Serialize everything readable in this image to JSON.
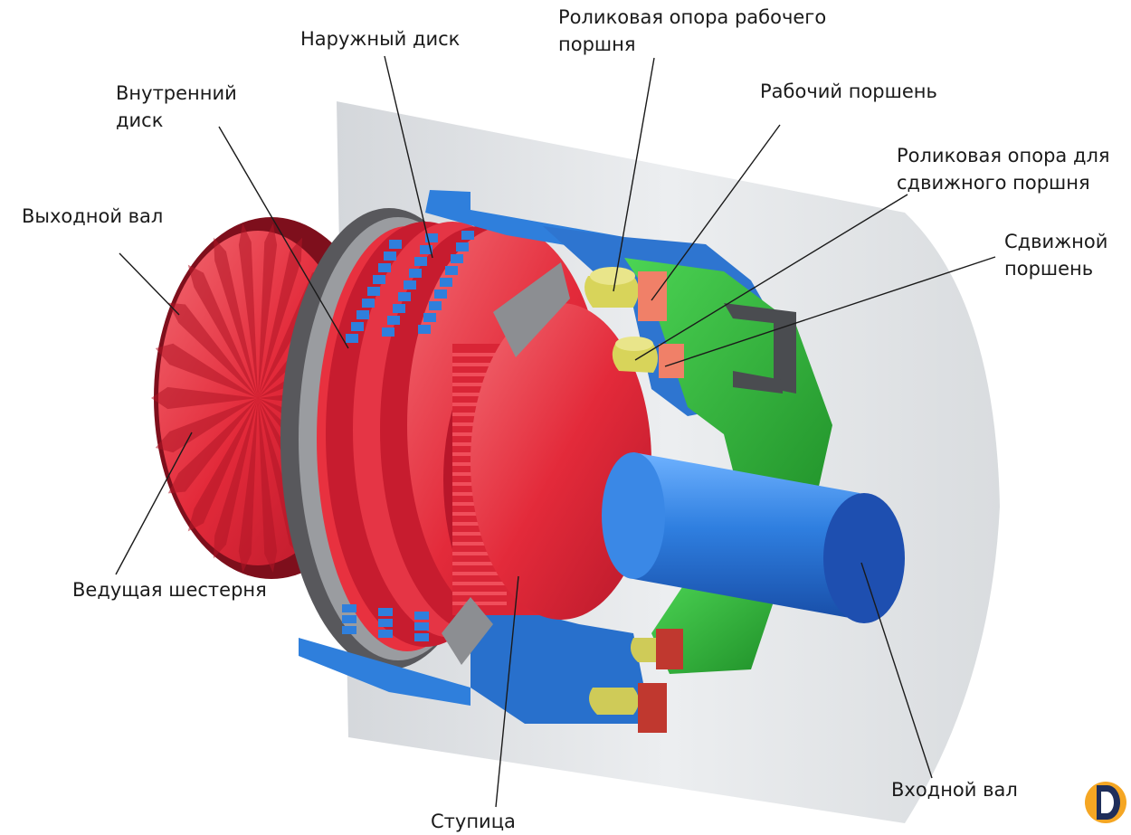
{
  "labels": {
    "outer_disc": "Наружный диск",
    "working_piston_bearing": [
      "Роликовая опора рабочего",
      "поршня"
    ],
    "inner_disc": [
      "Внутренний",
      "диск"
    ],
    "working_piston": "Рабочий поршень",
    "shift_piston_bearing": [
      "Роликовая опора для",
      "сдвижного поршня"
    ],
    "output_shaft": "Выходной вал",
    "shift_piston": [
      "Сдвижной",
      "поршень"
    ],
    "drive_gear": "Ведущая шестерня",
    "input_shaft": "Входной вал",
    "hub": "Ступица"
  },
  "colors": {
    "housing": "#e3e5e8",
    "clutch_red": "#e8313f",
    "clutch_blue": "#2f7fdc",
    "piston_green": "#33b63c",
    "bearing_yellow": "#d8d45a",
    "bearing_salmon": "#f08068",
    "ring_gray": "#6e6e72",
    "logo_orange": "#f5a623",
    "logo_navy": "#1f2e5a"
  },
  "icons": {
    "logo": "brand-logo-icon"
  }
}
